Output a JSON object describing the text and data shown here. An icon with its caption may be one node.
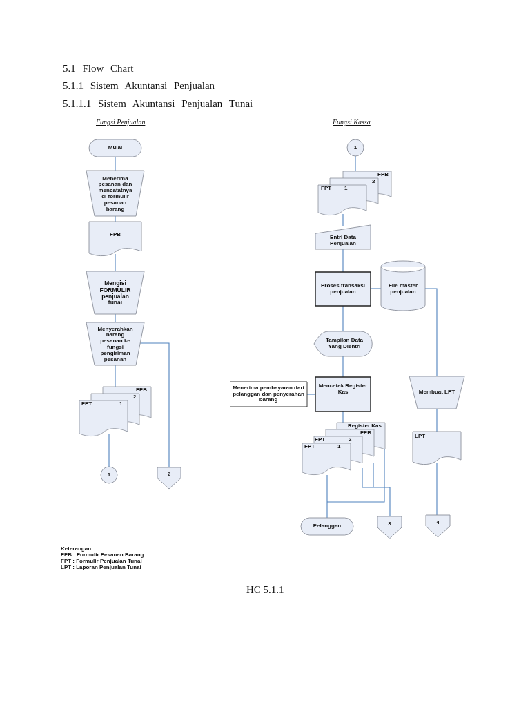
{
  "diagram": {
    "caption": "HC 5.1.1",
    "nodes": [
      {
        "text": [
          "Mulai"
        ]
      },
      {
        "text": [
          "Menerima pesanan dan mencatatnya di formulir pesanan barang"
        ]
      },
      {
        "text": [
          "FPB"
        ]
      },
      {
        "text": [
          "Mengisi FORMULIR penjualan tunai"
        ]
      },
      {
        "text": [
          "Menyerahkan barang pesanan ke fungsi pengiriman pesanan"
        ]
      },
      {
        "text": [
          "FPB",
          "2",
          "FPT",
          "1"
        ]
      },
      {
        "text": [
          "1"
        ]
      },
      {
        "text": [
          "2"
        ]
      },
      {
        "text": [
          "1"
        ]
      },
      {
        "text": [
          "FPB",
          "2",
          "FPT",
          "1"
        ]
      },
      {
        "text": [
          "Entri Data Penjualan"
        ]
      },
      {
        "text": [
          "Proses transaksi penjualan"
        ]
      },
      {
        "text": [
          "File master penjualan"
        ]
      },
      {
        "text": [
          "Tampilan Data Yang Dientri"
        ]
      },
      {
        "text": [
          "Mencetak Register Kas"
        ]
      },
      {
        "text": [
          "Menerima pembayaran dari pelanggan dan penyerahan barang"
        ]
      },
      {
        "text": [
          "Membuat LPT"
        ]
      },
      {
        "text": [
          "Register Kas",
          "FPB",
          "FPT",
          "2",
          "FPT",
          "1"
        ]
      },
      {
        "text": [
          "LPT"
        ]
      },
      {
        "text": [
          "Pelanggan"
        ]
      },
      {
        "text": [
          "3"
        ]
      },
      {
        "text": [
          "4"
        ]
      }
    ],
    "edges": [
      {
        "from": 0,
        "to": 1,
        "arrow": "none"
      },
      {
        "from": 1,
        "to": 2,
        "arrow": "none"
      },
      {
        "from": 2,
        "to": 3,
        "arrow": "none"
      },
      {
        "from": 3,
        "to": 4,
        "arrow": "none"
      },
      {
        "from": 4,
        "to": 5,
        "arrow": "none"
      },
      {
        "from": 4,
        "to": 7,
        "arrow": "none"
      },
      {
        "from": 5,
        "to": 6,
        "arrow": "none"
      },
      {
        "from": 8,
        "to": 9,
        "arrow": "none"
      },
      {
        "from": 9,
        "to": 10,
        "arrow": "none"
      },
      {
        "from": 10,
        "to": 11,
        "arrow": "none"
      },
      {
        "from": 11,
        "to": 12,
        "arrow": "none"
      },
      {
        "from": 12,
        "to": 16,
        "arrow": "none"
      },
      {
        "from": 11,
        "to": 13,
        "arrow": "none"
      },
      {
        "from": 13,
        "to": 14,
        "arrow": "none"
      },
      {
        "from": 14,
        "to": 15,
        "arrow": "none"
      },
      {
        "from": 14,
        "to": 17,
        "arrow": "none"
      },
      {
        "from": 16,
        "to": 18,
        "arrow": "none"
      },
      {
        "from": 18,
        "to": 21,
        "arrow": "none"
      },
      {
        "from": 17,
        "to": 19,
        "arrow": "none"
      },
      {
        "from": 17,
        "to": 20,
        "arrow": "none"
      }
    ],
    "labels": [
      "5.1 Flow Chart",
      "5.1.1 Sistem Akuntansi Penjualan",
      "5.1.1.1 Sistem Akuntansi Penjualan Tunai",
      "Fungsi Penjualan",
      "Fungsi Kassa",
      "Keterangan",
      "FPB : Formulir Pesanan Barang",
      "FPT : Formulir Penjualan Tunai",
      "LPT : Laporan Penjualan Tunai"
    ]
  }
}
